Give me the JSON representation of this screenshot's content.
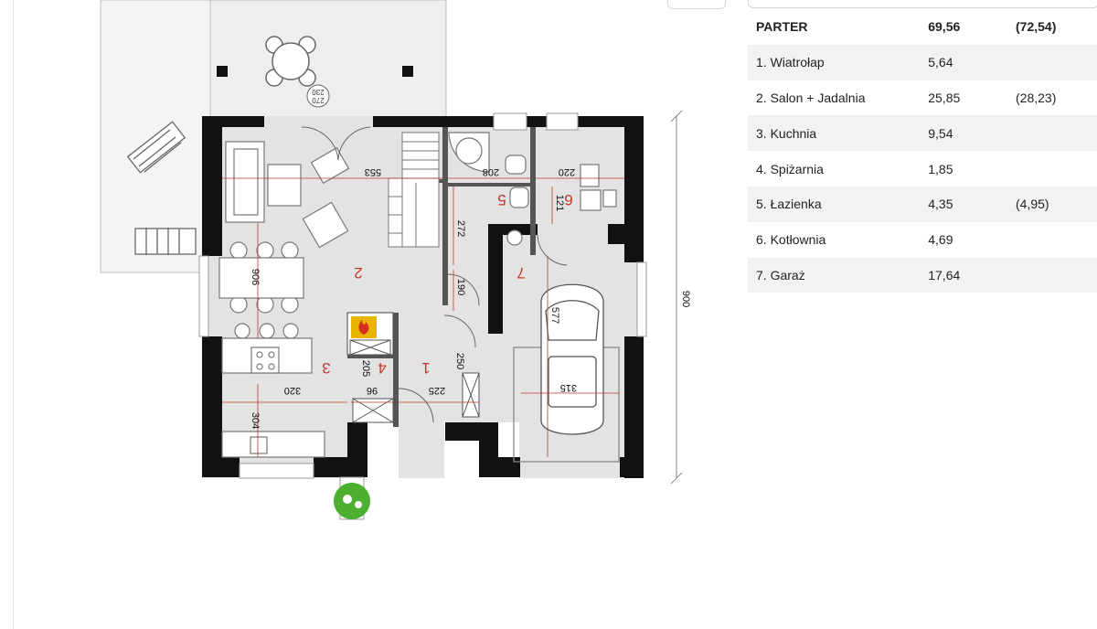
{
  "plan": {
    "room_numbers": {
      "r1": "1",
      "r2": "2",
      "r3": "3",
      "r4": "4",
      "r5": "5",
      "r6": "6",
      "r7": "7"
    },
    "dimensions": {
      "d553": "553",
      "d208": "208",
      "d220": "220",
      "d272": "272",
      "d121": "121",
      "d906": "906",
      "d190": "190",
      "d577": "577",
      "d250": "250",
      "d205": "205",
      "d320": "320",
      "d96": "96",
      "d225": "225",
      "d315": "315",
      "d304": "304",
      "d900": "900",
      "d270": "270",
      "d230": "230"
    }
  },
  "table": {
    "header": {
      "name": "PARTER",
      "area": "69,56",
      "area_alt": "(72,54)"
    },
    "rows": [
      {
        "name": "1. Wiatrołap",
        "area": "5,64",
        "area_alt": ""
      },
      {
        "name": "2. Salon + Jadalnia",
        "area": "25,85",
        "area_alt": "(28,23)"
      },
      {
        "name": "3. Kuchnia",
        "area": "9,54",
        "area_alt": ""
      },
      {
        "name": "4. Spiżarnia",
        "area": "1,85",
        "area_alt": ""
      },
      {
        "name": "5. Łazienka",
        "area": "4,35",
        "area_alt": "(4,95)"
      },
      {
        "name": "6. Kotłownia",
        "area": "4,69",
        "area_alt": ""
      },
      {
        "name": "7. Garaż",
        "area": "17,64",
        "area_alt": ""
      }
    ]
  },
  "colors": {
    "wall": "#111111",
    "floor": "#e3e3e3",
    "terrace": "#f4f4f4",
    "dimension": "#c0392b",
    "fire": "#e8b400",
    "tree": "#4caf2f"
  },
  "icons": [
    "fireplace-icon",
    "tree-icon",
    "car-icon"
  ]
}
